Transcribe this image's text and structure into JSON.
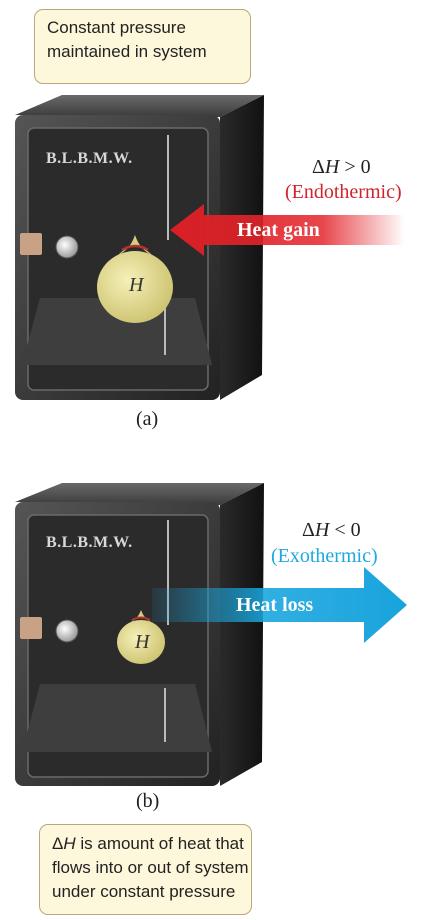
{
  "top_note": {
    "line1": "Constant pressure",
    "line2": "maintained in system"
  },
  "panel_a": {
    "brand": "B.L.B.M.W.",
    "bag_label": "H",
    "delta_prefix": "Δ",
    "delta_var": "H",
    "delta_rel": " > 0",
    "kind": "(Endothermic)",
    "arrow_label": "Heat gain",
    "caption": "(a)",
    "accent": "#d2232a"
  },
  "panel_b": {
    "brand": "B.L.B.M.W.",
    "bag_label": "H",
    "delta_prefix": "Δ",
    "delta_var": "H",
    "delta_rel": " < 0",
    "kind": "(Exothermic)",
    "arrow_label": "Heat loss",
    "caption": "(b)",
    "accent": "#1ea9df"
  },
  "bottom_note": {
    "prefix": "Δ",
    "var": "H",
    "line1_rest": " is amount of heat that",
    "line2": "flows into or out of system",
    "line3": "under constant pressure"
  }
}
